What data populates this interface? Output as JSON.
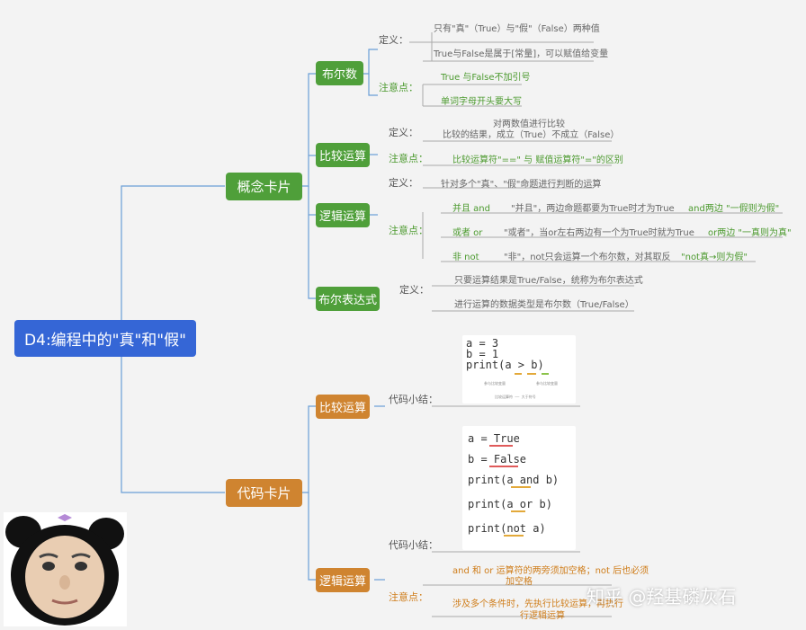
{
  "root": "D4:编程中的\"真\"和\"假\"",
  "concept": {
    "title": "概念卡片",
    "bool": {
      "title": "布尔数",
      "def_label": "定义：",
      "def1": "只有\"真\"（True）与\"假\"（False）两种值",
      "def2": "True与False是属于[常量]，可以赋值给变量",
      "note_label": "注意点：",
      "note1": "True 与False不加引号",
      "note2": "单词字母开头要大写"
    },
    "compare": {
      "title": "比较运算",
      "def_label": "定义：",
      "def1": "对两数值进行比较",
      "def2": "比较的结果，成立（True）不成立（False）",
      "note_label": "注意点：",
      "note1": "比较运算符\"==\"  与  赋值运算符\"=\"的区别"
    },
    "logic": {
      "title": "逻辑运算",
      "def_label": "定义：",
      "def1": "针对多个\"真\"、\"假\"命题进行判断的运算",
      "note_label": "注意点：",
      "and_name": "并且 and",
      "and_desc": "\"并且\"，两边命题都要为True时才为True",
      "and_rule": "and两边 \"一假则为假\"",
      "or_name": "或者 or",
      "or_desc": "\"或者\"，当or左右两边有一个为True时就为True",
      "or_rule": "or两边 \"一真则为真\"",
      "not_name": "非 not",
      "not_desc": "\"非\"，not只会运算一个布尔数，对其取反",
      "not_rule": "\"not真→则为假\""
    },
    "expr": {
      "title": "布尔表达式",
      "def_label": "定义：",
      "def1": "只要运算结果是True/False，统称为布尔表达式",
      "def2": "进行运算的数据类型是布尔数（True/False）"
    }
  },
  "code": {
    "title": "代码卡片",
    "compare": {
      "title": "比较运算",
      "label": "代码小结：",
      "lines": [
        "a = 3",
        "b = 1",
        "print(a > b)"
      ],
      "ann1": "参与比较变量",
      "ann2": "参与比较变量",
      "ann3": "比较运算符 —— 大于符号"
    },
    "logic": {
      "title": "逻辑运算",
      "label": "代码小结：",
      "lines": [
        "a = True",
        "b = False",
        "print(a and b)",
        "print(a or b)",
        "print(not a)"
      ],
      "note_label": "注意点：",
      "note1a": "and 和 or 运算符的两旁须加空格；not 后也必须",
      "note1b": "加空格",
      "note2a": "涉及多个条件时，先执行比较运算，再执行",
      "note2b": "行逻辑运算"
    }
  },
  "watermark": "知乎 @羟基磷灰石",
  "colors": {
    "root": "#3566d6",
    "green": "#4f9f3a",
    "orange": "#cf8430",
    "line": "#6a9ed6"
  }
}
